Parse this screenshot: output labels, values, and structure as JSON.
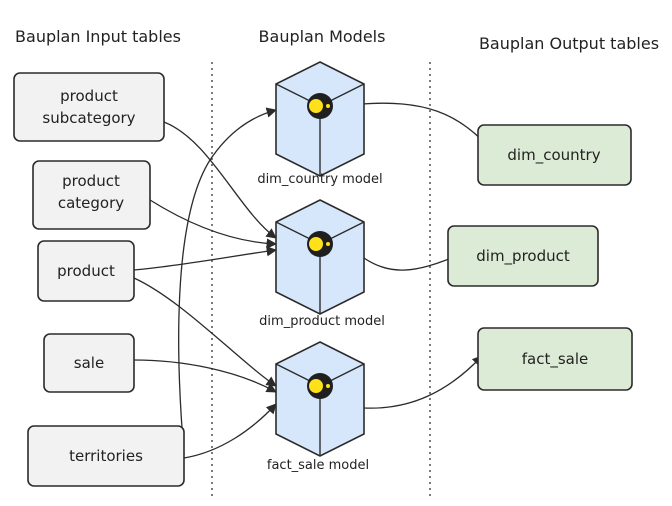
{
  "headers": {
    "input": "Bauplan Input tables",
    "models": "Bauplan Models",
    "output": "Bauplan Output tables"
  },
  "inputs": [
    {
      "line1": "product",
      "line2": "subcategory"
    },
    {
      "line1": "product",
      "line2": "category"
    },
    {
      "line1": "product",
      "line2": ""
    },
    {
      "line1": "sale",
      "line2": ""
    },
    {
      "line1": "territories",
      "line2": ""
    }
  ],
  "models": [
    {
      "label": "dim_country model"
    },
    {
      "label": "dim_product model"
    },
    {
      "label": "fact_sale model"
    }
  ],
  "outputs": [
    {
      "label": "dim_country"
    },
    {
      "label": "dim_product"
    },
    {
      "label": "fact_sale"
    }
  ],
  "colors": {
    "input_fill": "#f2f2f2",
    "output_fill": "#dcebd6",
    "cube_fill": "#d6e6fb",
    "logo_yellow": "#ffe11a",
    "logo_dark": "#1f1f1f",
    "stroke": "#2b2b2b"
  }
}
